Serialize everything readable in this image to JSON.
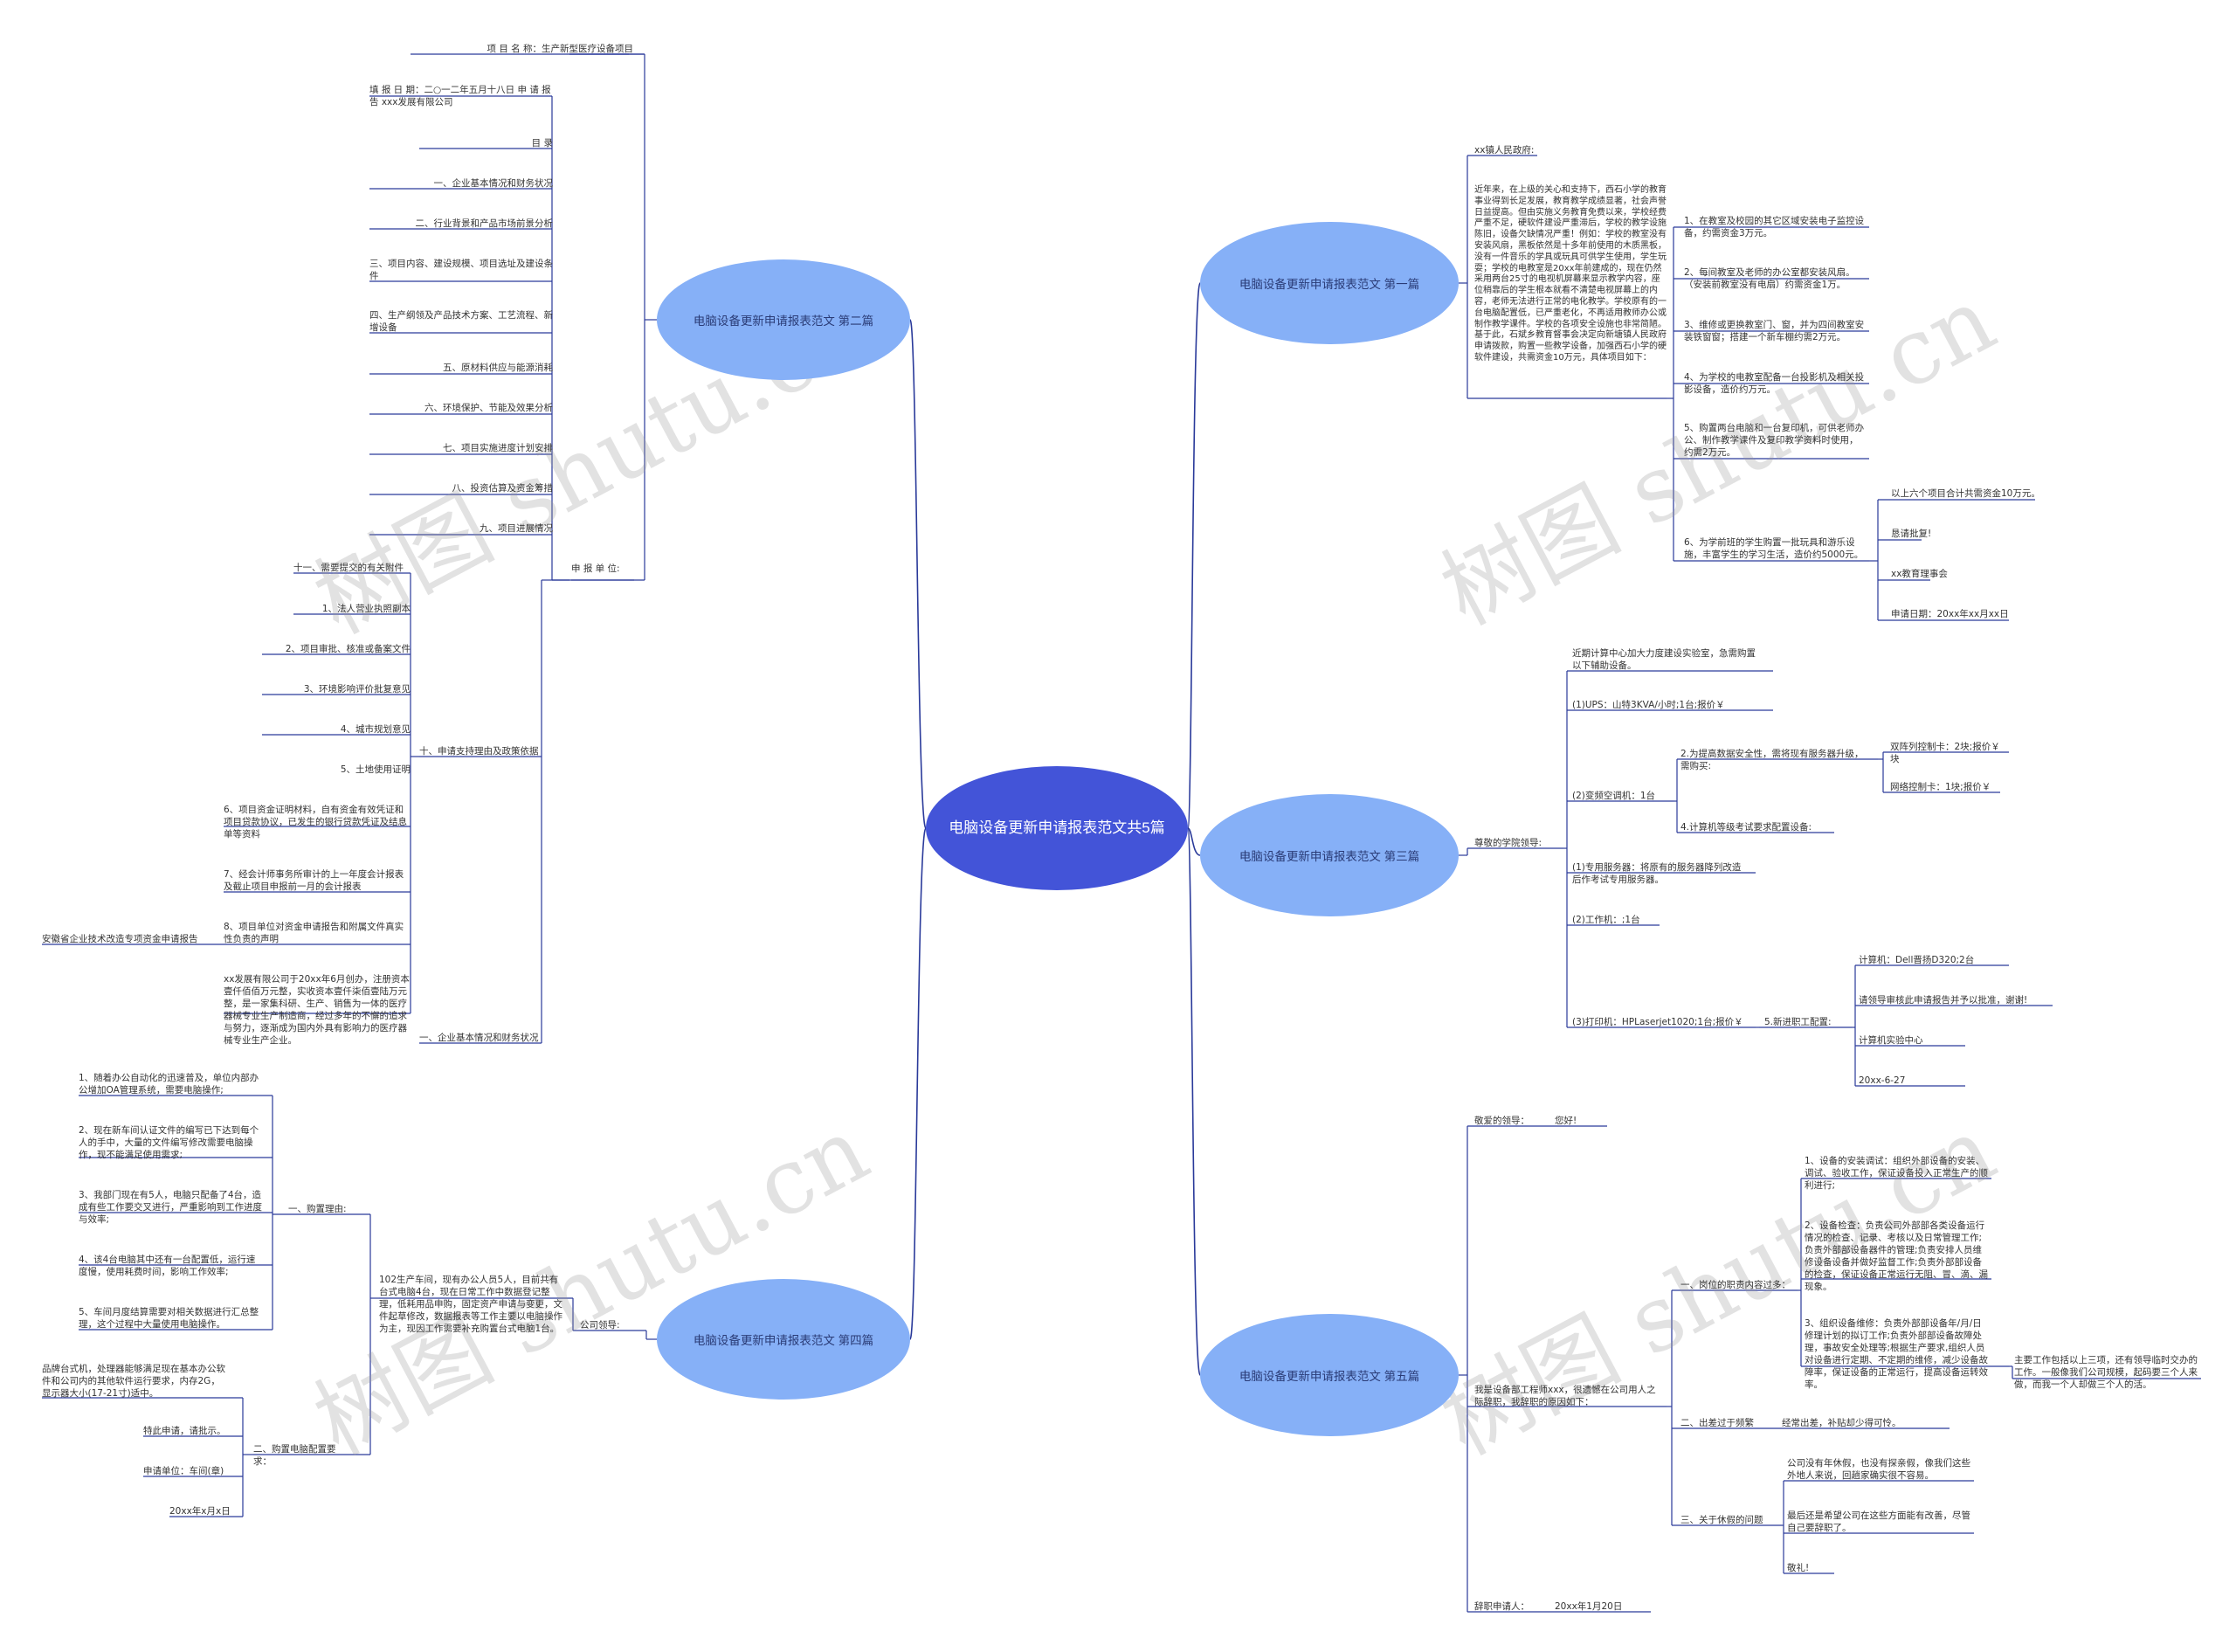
{
  "center": "电脑设备更新申请报表范文共5篇",
  "watermark": "树图 shutu.cn",
  "branches": {
    "b1": {
      "title": "电脑设备更新申请报表范文 第一篇",
      "greeting": "xx镇人民政府:",
      "body": "近年来，在上级的关心和支持下，西石小学的教育事业得到长足发展，教育教学成绩显著，社会声誉日益提高。但由实施义务教育免费以来，学校经费严重不足，硬软件建设严重滞后，学校的教学设施陈旧，设备欠缺情况严重！例如：学校的教室没有安装风扇，黑板依然是十多年前使用的木质黑板，没有一件音乐的学具或玩具可供学生使用，学生玩耍；学校的电教室是20xx年前建成的，现在仍然采用两台25寸的电视机屏幕来显示教学内容，座位稍靠后的学生根本就看不清楚电视屏幕上的内容，老师无法进行正常的电化教学。学校原有的一台电脑配置低，已严重老化，不再适用教师办公或制作教学课件。学校的各项安全设施也非常简陋。基于此，石斌乡教育督事会决定向新塘镇人民政府申请拨款，购置一些教学设备，加强西石小学的硬软件建设，共需资金10万元，具体项目如下：",
      "items": [
        "1、在教室及校园的其它区域安装电子监控设备，约需资金3万元。",
        "2、每间教室及老师的办公室都安装风扇。（安装前教室没有电扇）约需资金1万。",
        "3、维修或更换教室门、窗，并为四间教室安装铁窗窗；搭建一个新车棚约需2万元。",
        "4、为学校的电教室配备一台投影机及相关投影设备，造价约万元。",
        "5、购置两台电脑和一台复印机，可供老师办公、制作教学课件及复印教学资料时使用，约需2万元。",
        "6、为学前班的学生购置一批玩具和游乐设施，丰富学生的学习生活，造价约5000元。"
      ],
      "tail": [
        "以上六个项目合计共需资金10万元。",
        "恳请批复!",
        "xx教育理事会",
        "申请日期：20xx年xx月xx日"
      ]
    },
    "b2": {
      "title": "电脑设备更新申请报表范文 第二篇",
      "top": [
        "项 目 名 称：生产新型医疗设备项目",
        "填 报 日 期：二○一二年五月十八日 申 请 报 告 xxx发展有限公司",
        "目 录",
        "一、企业基本情况和财务状况",
        "二、行业背景和产品市场前景分析",
        "三、项目内容、建设规模、项目选址及建设条件",
        "四、生产纲领及产品技术方案、工艺流程、新增设备",
        "五、原材料供应与能源消耗",
        "六、环境保护、节能及效果分析",
        "七、项目实施进度计划安排",
        "八、投资估算及资金筹措",
        "九、项目进展情况"
      ],
      "applicant": "申 报 单 位:",
      "attach": "十一、需要提交的有关附件",
      "ten": "十、申请支持理由及政策依据",
      "ten_items": [
        "1、法人营业执照副本",
        "2、项目审批、核准或备案文件",
        "3、环境影响评价批复意见",
        "4、城市规划意见",
        "5、土地使用证明",
        "6、项目资金证明材料，自有资金有效凭证和项目贷款协议，已发生的银行贷款凭证及结息单等资料",
        "7、经会计师事务所审计的上一年度会计报表及截止项目申报前一月的会计报表",
        "8、项目单位对资金申请报告和附属文件真实性负责的声明"
      ],
      "anhui": "安徽省企业技术改造专项资金申请报告",
      "company": "xx发展有限公司于20xx年6月创办，注册资本壹仟佰佰万元整，实收资本壹仟柒佰壹陆万元整，是一家集科研、生产、销售为一体的医疗器械专业生产制造商，经过多年的不懈的追求与努力，逐渐成为国内外具有影响力的医疗器械专业生产企业。",
      "one": "一、企业基本情况和财务状况"
    },
    "b3": {
      "title": "电脑设备更新申请报表范文 第三篇",
      "greeting": "尊敬的学院领导:",
      "intro": "近期计算中心加大力度建设实验室，急需购置以下辅助设备。",
      "ups": "(1)UPS：山特3KVA/小时;1台;报价￥",
      "ac": "(2)变频空调机：1台",
      "upgrade": "2.为提高数据安全性，需将现有服务器升级，需购买:",
      "card1": "双阵列控制卡：2块;报价￥ 块",
      "card2": "网络控制卡：1块;报价￥",
      "config": "4.计算机等级考试要求配置设备:",
      "server": "(1)专用服务器：将原有的服务器降列改造后作考试专用服务器。",
      "work": "(2)工作机：;1台",
      "printer": "(3)打印机：HPLaserjet1020;1台;报价￥",
      "newstaff": "5.新进职工配置:",
      "staff_items": [
        "计算机：Dell晋扬D320;2台",
        "请领导审核此申请报告并予以批准，谢谢!",
        "计算机实验中心",
        "20xx-6-27"
      ]
    },
    "b4": {
      "title": "电脑设备更新申请报表范文 第四篇",
      "leader": "公司领导:",
      "body": "102生产车间，现有办公人员5人，目前共有台式电脑4台，现在日常工作中数据登记整理，低耗用品申购，固定资产申请与变更，文件起草修改，数据报表等工作主要以电脑操作为主，现因工作需要补充购置台式电脑1台。",
      "reason": "一、购置理由:",
      "reasons": [
        "1、随着办公自动化的迅速普及，单位内部办公增加OA管理系统，需要电脑操作;",
        "2、现在新车间认证文件的编写已下达到每个人的手中，大量的文件编写修改需要电脑操作，现不能满足使用需求;",
        "3、我部门现在有5人，电脑只配备了4台，造成有些工作要交叉进行，严重影响到工作进度与效率;",
        "4、该4台电脑其中还有一台配置低，运行速度慢，使用耗费时间，影响工作效率;",
        "5、车间月度结算需要对相关数据进行汇总整理，这个过程中大量使用电脑操作。"
      ],
      "config": "二、购置电脑配置要求：",
      "spec": "品牌台式机，处理器能够满足现在基本办公软件和公司内的其他软件运行要求，内存2G，显示器大小(17-21寸)适中。",
      "tail": [
        "特此申请，请批示。",
        "申请单位：车间(章)",
        "20xx年x月x日"
      ]
    },
    "b5": {
      "title": "电脑设备更新申请报表范文 第五篇",
      "greeting": "敬爱的领导：",
      "hello": "您好!",
      "intro": "我是设备部工程师xxx，很遗憾在公司用人之际辞职，我辞职的原因如下：",
      "s1": "一、岗位的职责内容过多：",
      "s1_items": [
        "1、设备的安装调试：组织外部设备的安装、调试、验收工作，保证设备投入正常生产的顺利进行;",
        "2、设备检查：负责公司外部部各类设备运行情况的检查、记录、考核以及日常管理工作;负责外部部设备器件的管理;负责安排人员维修设备设备并做好监督工作;负责外部部设备的检查，保证设备正常运行无阻、冒、滴、漏现象。",
        "3、组织设备维修：负责外部部设备年/月/日修理计划的拟订工作;负责外部部设备故障处理，事故安全处理等;根据生产要求,组织人员对设备进行定期、不定期的维修，减少设备故障率，保证设备的正常运行，提高设备运转效率。"
      ],
      "s1_note": "主要工作包括以上三项，还有领导临时交办的工作。一般像我们公司规模，起码要三个人来做，而我一个人却做三个人的活。",
      "s2": "二、出差过于频繁",
      "s2_note": "经常出差，补贴却少得可怜。",
      "s3": "三、关于休假的问题",
      "s3_items": [
        "公司没有年休假，也没有探亲假，像我们这些外地人来说，回趟家确实很不容易。",
        "最后还是希望公司在这些方面能有改善，尽管自己要辞职了。",
        "敬礼!"
      ],
      "sign_label": "辞职申请人：",
      "sign_date": "20xx年1月20日"
    }
  }
}
